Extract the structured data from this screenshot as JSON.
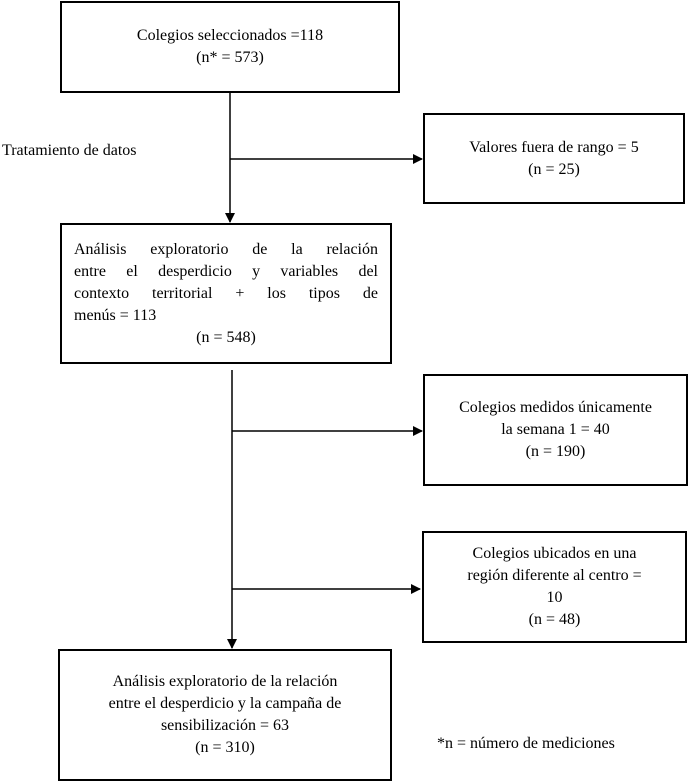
{
  "flowchart": {
    "box_selected": {
      "line1": "Colegios seleccionados =118",
      "line2": "(n* = 573)"
    },
    "side_label": "Tratamiento de datos",
    "box_out_of_range": {
      "line1": "Valores fuera de rango = 5",
      "line2": "(n = 25)"
    },
    "box_exploratory_1": {
      "line1": "Análisis exploratorio de la relación",
      "line2": "entre el desperdicio y variables del",
      "line3": "contexto territorial + los tipos de",
      "line4": "menús = 113",
      "line5": "(n = 548)"
    },
    "box_week1": {
      "line1": "Colegios medidos únicamente",
      "line2": "la semana 1 = 40",
      "line3": "(n = 190)"
    },
    "box_region": {
      "line1": "Colegios ubicados en una",
      "line2": "región diferente al centro =",
      "line3": "10",
      "line4": "(n = 48)"
    },
    "box_exploratory_2": {
      "line1": "Análisis exploratorio de la relación",
      "line2": "entre el desperdicio y la campaña de",
      "line3": "sensibilización = 63",
      "line4": "(n = 310)"
    },
    "footnote": "*n = número de mediciones"
  }
}
